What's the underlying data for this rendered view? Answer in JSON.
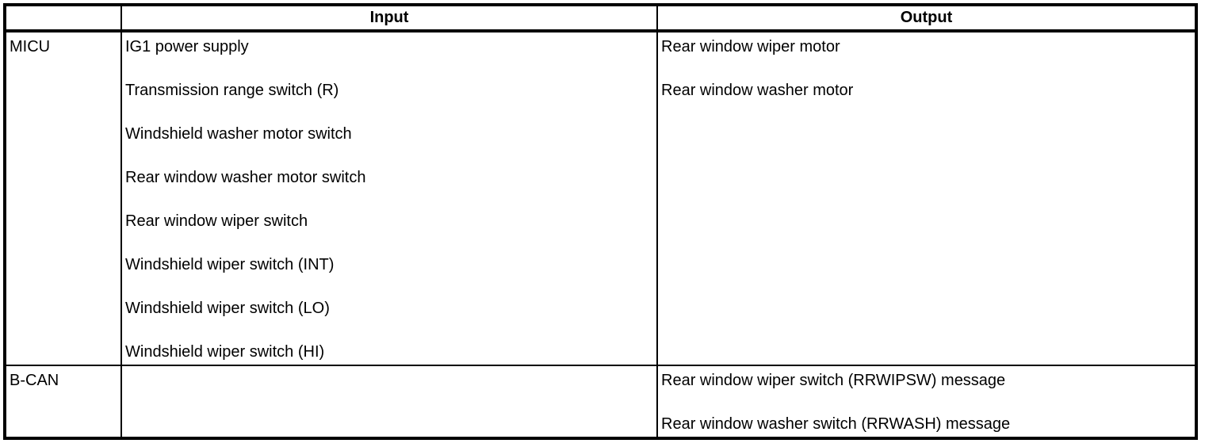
{
  "table": {
    "headers": {
      "source": "",
      "input": "Input",
      "output": "Output"
    },
    "rows": [
      {
        "source": "MICU",
        "inputs": [
          "IG1 power supply",
          "Transmission range switch (R)",
          "Windshield washer motor switch",
          "Rear window washer motor switch",
          "Rear window wiper switch",
          "Windshield wiper switch (INT)",
          "Windshield wiper switch (LO)",
          "Windshield wiper switch (HI)"
        ],
        "outputs": [
          "Rear window wiper motor",
          "Rear window washer motor"
        ]
      },
      {
        "source": "B-CAN",
        "inputs": [],
        "outputs": [
          "Rear window wiper switch (RRWIPSW) message",
          "Rear window washer switch (RRWASH) message"
        ]
      }
    ]
  },
  "colors": {
    "border": "#000000",
    "background": "#ffffff",
    "text": "#000000"
  }
}
